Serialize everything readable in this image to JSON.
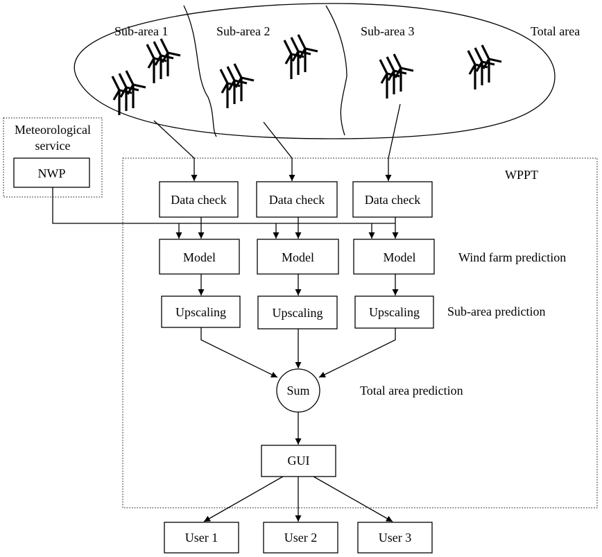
{
  "regions": {
    "total_area": "Total area",
    "sub_area_1": "Sub-area 1",
    "sub_area_2": "Sub-area 2",
    "sub_area_3": "Sub-area 3"
  },
  "meteorological": {
    "label_line1": "Meteorological",
    "label_line2": "service",
    "nwp": "NWP"
  },
  "wppt": "WPPT",
  "columns": [
    {
      "data_check": "Data check",
      "model": "Model",
      "upscaling": "Upscaling"
    },
    {
      "data_check": "Data check",
      "model": "Model",
      "upscaling": "Upscaling"
    },
    {
      "data_check": "Data check",
      "model": "Model",
      "upscaling": "Upscaling"
    }
  ],
  "stage_labels": {
    "wind_farm": "Wind farm prediction",
    "sub_area": "Sub-area prediction",
    "total_area": "Total area prediction"
  },
  "sum": "Sum",
  "gui": "GUI",
  "users": [
    "User 1",
    "User 2",
    "User 3"
  ],
  "icons": [
    "wind-turbine-icon"
  ]
}
